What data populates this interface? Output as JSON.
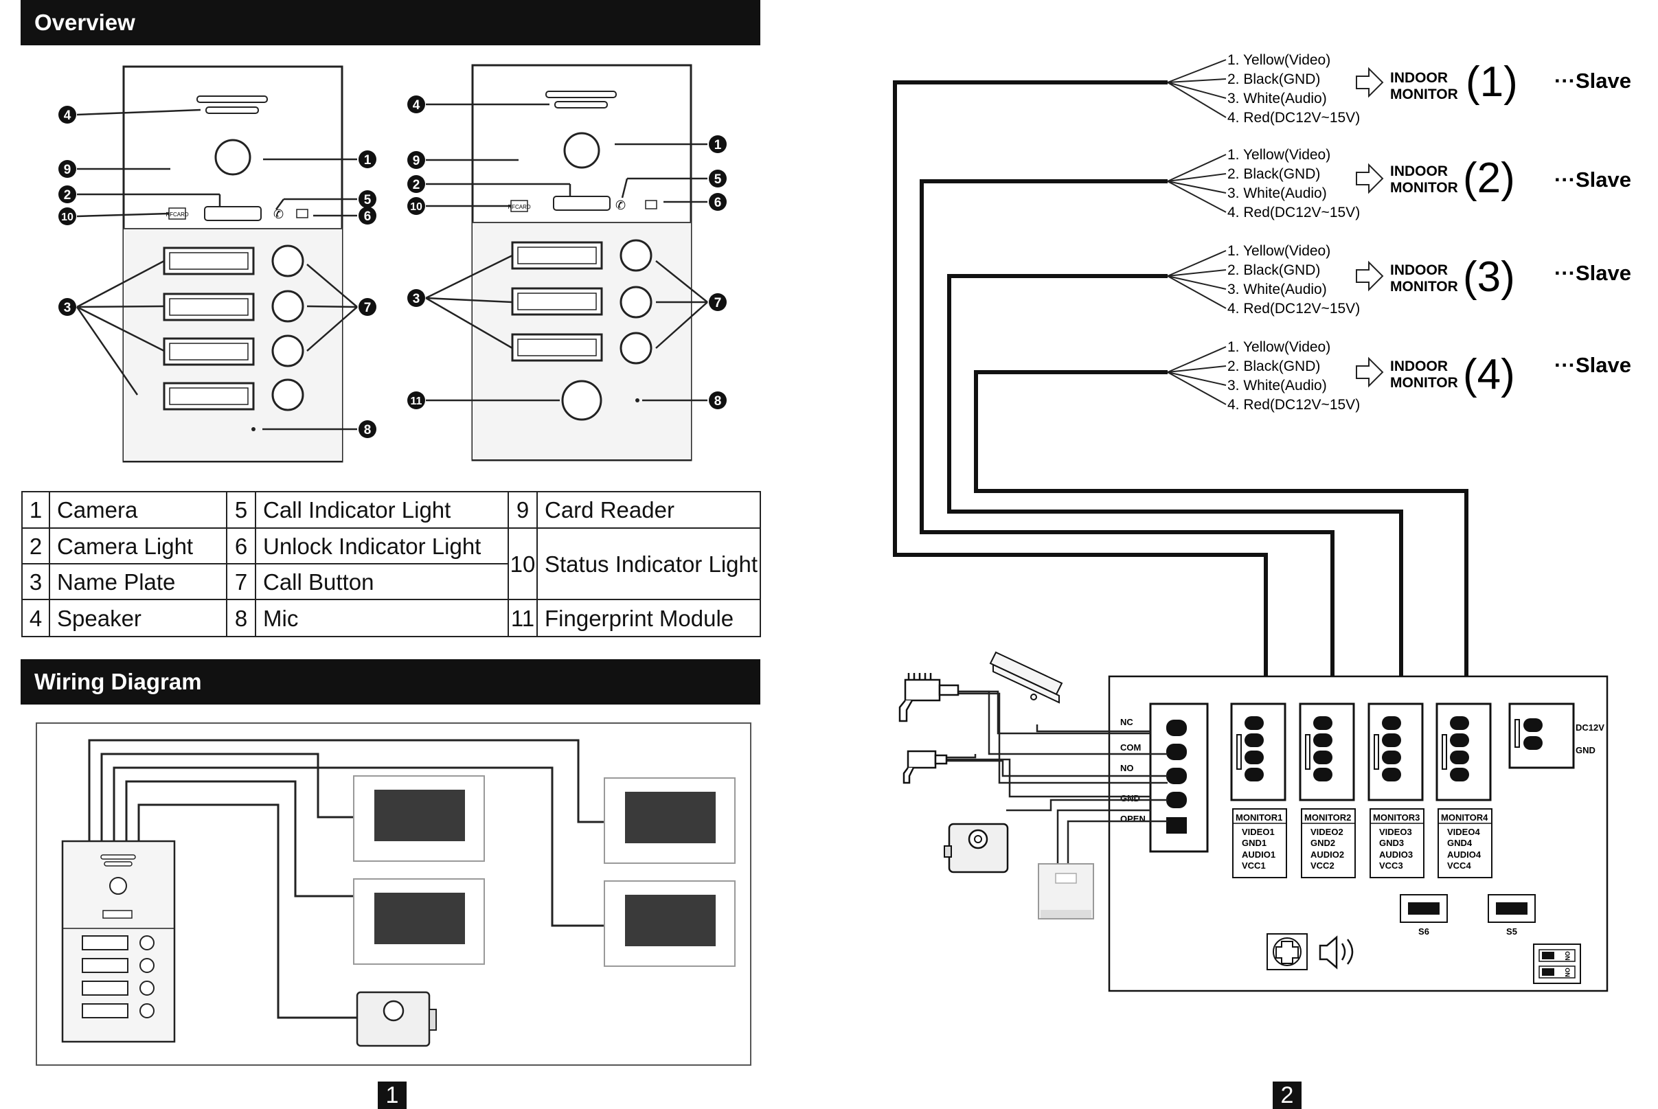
{
  "headers": {
    "overview": "Overview",
    "wiring": "Wiring Diagram"
  },
  "callouts": {
    "panel_a": [
      "4",
      "9",
      "2",
      "10",
      "3",
      "1",
      "5",
      "6",
      "7",
      "8"
    ],
    "panel_b": [
      "4",
      "9",
      "2",
      "10",
      "3",
      "11",
      "1",
      "5",
      "6",
      "7",
      "8"
    ]
  },
  "legend": [
    {
      "n1": "1",
      "l1": "Camera",
      "n2": "5",
      "l2": "Call Indicator Light",
      "n3": "9",
      "l3": "Card Reader"
    },
    {
      "n1": "2",
      "l1": "Camera Light",
      "n2": "6",
      "l2": "Unlock Indicator Light",
      "n3": "10",
      "l3": "Status Indicator Light"
    },
    {
      "n1": "3",
      "l1": "Name Plate",
      "n2": "7",
      "l2": "Call Button"
    },
    {
      "n1": "4",
      "l1": "Speaker",
      "n2": "8",
      "l2": "Mic",
      "n3": "11",
      "l3": "Fingerprint Module"
    }
  ],
  "page_numbers": [
    "1",
    "2"
  ],
  "monitor_groups": [
    {
      "wires": [
        "1. Yellow(Video)",
        "2. Black(GND)",
        "3. White(Audio)",
        "4. Red(DC12V~15V)"
      ],
      "label_line1": "INDOOR",
      "label_line2": "MONITOR",
      "index": "(1)",
      "role": "···Slave"
    },
    {
      "wires": [
        "1. Yellow(Video)",
        "2. Black(GND)",
        "3. White(Audio)",
        "4. Red(DC12V~15V)"
      ],
      "label_line1": "INDOOR",
      "label_line2": "MONITOR",
      "index": "(2)",
      "role": "···Slave"
    },
    {
      "wires": [
        "1. Yellow(Video)",
        "2. Black(GND)",
        "3. White(Audio)",
        "4. Red(DC12V~15V)"
      ],
      "label_line1": "INDOOR",
      "label_line2": "MONITOR",
      "index": "(3)",
      "role": "···Slave"
    },
    {
      "wires": [
        "1. Yellow(Video)",
        "2. Black(GND)",
        "3. White(Audio)",
        "4. Red(DC12V~15V)"
      ],
      "label_line1": "INDOOR",
      "label_line2": "MONITOR",
      "index": "(4)",
      "role": "···Slave"
    }
  ],
  "relay_terminals": [
    "NC",
    "COM",
    "NO",
    "GND",
    "OPEN"
  ],
  "monitor_terminals": [
    {
      "title": "MONITOR1",
      "pins": [
        "VIDEO1",
        "GND1",
        "AUDIO1",
        "VCC1"
      ]
    },
    {
      "title": "MONITOR2",
      "pins": [
        "VIDEO2",
        "GND2",
        "AUDIO2",
        "VCC2"
      ]
    },
    {
      "title": "MONITOR3",
      "pins": [
        "VIDEO3",
        "GND3",
        "AUDIO3",
        "VCC3"
      ]
    },
    {
      "title": "MONITOR4",
      "pins": [
        "VIDEO4",
        "GND4",
        "AUDIO4",
        "VCC4"
      ]
    }
  ],
  "power_terminals": [
    "DC12V",
    "GND"
  ],
  "switch_labels": [
    "S6",
    "S5"
  ],
  "dip_labels": [
    "ON",
    "ON"
  ]
}
